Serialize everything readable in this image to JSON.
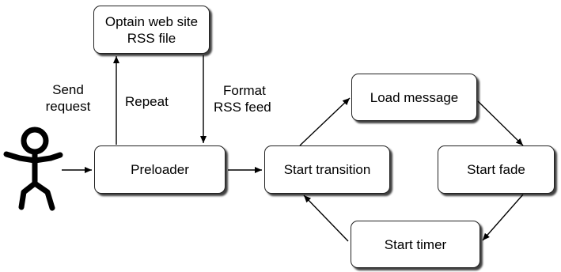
{
  "nodes": {
    "rss": {
      "line1": "Optain web site",
      "line2": "RSS file"
    },
    "preloader": "Preloader",
    "transition": "Start transition",
    "load": "Load message",
    "fade": "Start fade",
    "timer": "Start timer"
  },
  "edge_labels": {
    "send_1": "Send",
    "send_2": "request",
    "repeat": "Repeat",
    "format_1": "Format",
    "format_2": "RSS feed"
  },
  "colors": {
    "stroke": "#000000",
    "box_border": "#222222",
    "shadow": "#000000"
  }
}
